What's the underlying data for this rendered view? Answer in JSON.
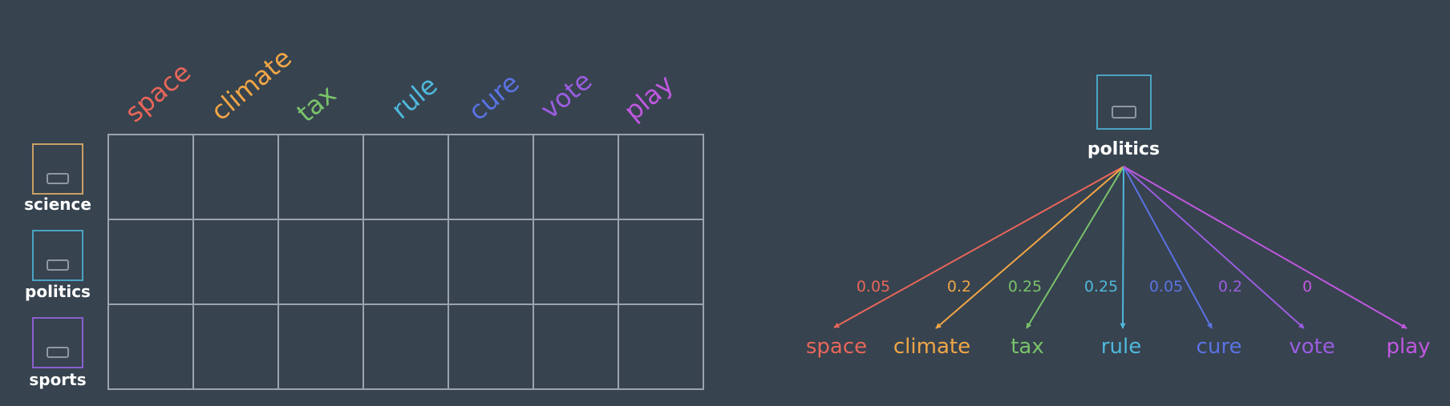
{
  "words": [
    {
      "text": "space",
      "color": "#e8665a"
    },
    {
      "text": "climate",
      "color": "#f1a646"
    },
    {
      "text": "tax",
      "color": "#79c26a"
    },
    {
      "text": "rule",
      "color": "#4fb8dc"
    },
    {
      "text": "cure",
      "color": "#5a73e3"
    },
    {
      "text": "vote",
      "color": "#9b5de0"
    },
    {
      "text": "play",
      "color": "#c058e0"
    }
  ],
  "topics": [
    {
      "label": "science",
      "color": "#c9a064"
    },
    {
      "label": "politics",
      "color": "#4aa3c4"
    },
    {
      "label": "sports",
      "color": "#8a5fd0"
    }
  ],
  "tree": {
    "root_label": "politics",
    "root_color": "#4aa3c4",
    "probabilities": [
      "0.05",
      "0.2",
      "0.25",
      "0.25",
      "0.05",
      "0.2",
      "0"
    ]
  }
}
